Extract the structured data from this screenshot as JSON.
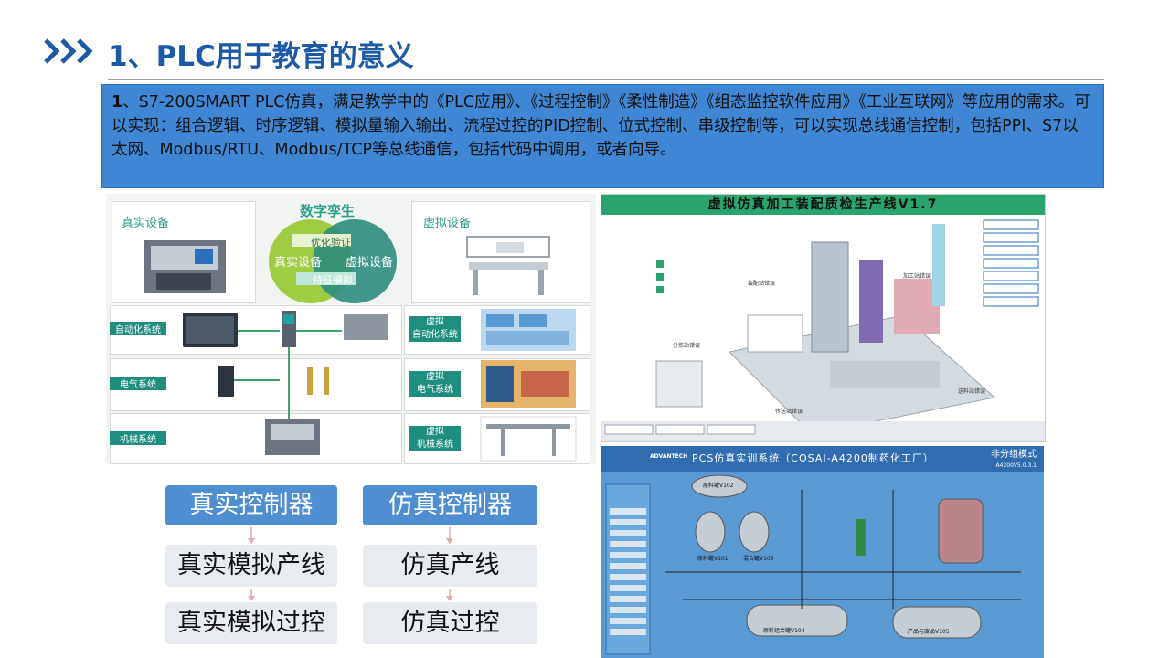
{
  "title": "1、PLC用于教育的意义",
  "description": {
    "lead": "1",
    "text": "、S7-200SMART PLC仿真，满足教学中的《PLC应用》、《过程控制》《柔性制造》《组态监控软件应用》《工业互联网》等应用的需求。可以实现：组合逻辑、时序逻辑、模拟量输入输出、流程过控的PID控制、位式控制、串级控制等，可以实现总线通信控制，包括PPI、S7以太网、Modbus/RTU、Modbus/TCP等总线通信，包括代码中调用，或者向导。"
  },
  "digital_twin": {
    "real_label": "真实设备",
    "virtual_label": "虚拟设备",
    "center_title": "数字孪生",
    "circle_left": "真实设备",
    "circle_right": "虚拟设备",
    "arrow_top": "优化验证",
    "arrow_bottom": "特征模拟",
    "rows": [
      {
        "left": "自动化系统",
        "right": "虚拟\n自动化系统"
      },
      {
        "left": "电气系统",
        "right": "虚拟\n电气系统"
      },
      {
        "left": "机械系统",
        "right": "虚拟\n机械系统"
      }
    ]
  },
  "sim_line": {
    "title": "虚拟仿真加工装配质检生产线V1.7",
    "labels": [
      "装配站错误",
      "加工站错误",
      "分拣站错误",
      "传送站错误",
      "送料站错误"
    ]
  },
  "pcs": {
    "title": "PCS仿真实训系统（COSAI-A4200制药化工厂）",
    "mode": "非分组模式",
    "version": "A4200V5.0.3.1",
    "vendor": "ADVANTECH",
    "tanks": [
      "原料罐V102",
      "原料罐V101",
      "混合罐V103",
      "原料组合罐V104",
      "产品与废品V105"
    ]
  },
  "flow": {
    "real_controller": "真实控制器",
    "sim_controller": "仿真控制器",
    "real_line": "真实模拟产线",
    "real_process": "真实模拟过控",
    "sim_line": "仿真产线",
    "sim_process": "仿真过控"
  },
  "colors": {
    "title_blue": "#1d5aa6",
    "box_blue": "#3f86d4",
    "teal": "#1f8e7e"
  }
}
